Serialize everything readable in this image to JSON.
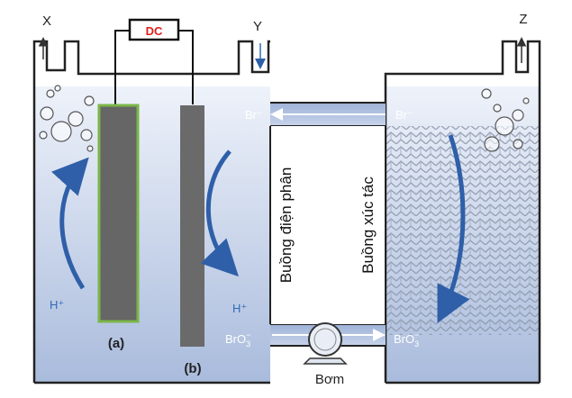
{
  "power_source": {
    "label": "DC"
  },
  "outlets": {
    "x": "X",
    "y": "Y",
    "z": "Z"
  },
  "electrodes": {
    "a": "(a)",
    "b": "(b)"
  },
  "ions": {
    "bromide_left": "Br⁻",
    "bromide_right": "Br⁻",
    "h_plus_left": "H⁺",
    "h_plus_right": "H⁺",
    "bromate_left_base": "BrO",
    "bromate_left_sub": "3",
    "bromate_left_sup": "−",
    "bromate_right_base": "BrO",
    "bromate_right_sub": "3",
    "bromate_right_sup": "−"
  },
  "chambers": {
    "electrolysis": "Buồng điện phân",
    "catalyst": "Buồng xúc tác"
  },
  "pump": {
    "label": "Bơm"
  },
  "colors": {
    "tank_fill_top": "#e8eef8",
    "tank_fill_bottom": "#aebfde",
    "tank_outline": "#222222",
    "arrow_blue": "#2f5fa8",
    "electrode_a_border": "#7ab648",
    "electrode_fill": "#666666",
    "dc_text": "#e0201b"
  }
}
